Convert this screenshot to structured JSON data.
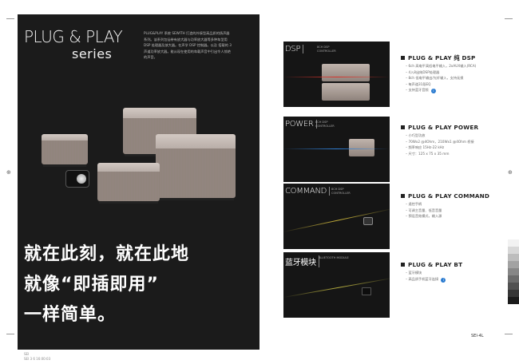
{
  "left": {
    "title": "PLUG & PLAY",
    "subtitle": "series",
    "intro": "PLUG&PLAY 系统 SEWITH 打造的外接型高品质的扬声器系列。该系列包括带有放大器与功率放大器等多种车型用 DSP 处理器及放大器。在声学 DSP 控制器。以及 搭载的 3 声道功率放大器。能从现在使用的车载声音中引出令人惊艳的声音。",
    "slogan": [
      "就在此刻，就在此地",
      "就像“即插即用”",
      "一样简单。"
    ],
    "footer_lines": [
      "SEI",
      "SEI  3  6    16:00:03"
    ]
  },
  "cards": [
    {
      "label": "DSP",
      "sub": "8CH DSP CONTROLLER",
      "accent": "#d9332b"
    },
    {
      "label": "POWER",
      "sub": "8CH DSP CONTROLLER",
      "accent": "#2f7fd6"
    },
    {
      "label": "COMMAND",
      "sub": "8CH DSP CONTROLLER",
      "accent": "#c8b23a"
    },
    {
      "label": "蓝牙模块",
      "sub": "BLUETOOTH MODULE",
      "accent": "#b8b040"
    }
  ],
  "specs": [
    {
      "title": "PLUG & PLAY 纯 DSP",
      "items": [
        "6ch 高电平高低电平输入，2xAUX输入(RCA)",
        "4入8出纯DSP处理器",
        "8ch 低电平输出/光纤输入，支持无损",
        "每声道31段EQ",
        "支持蓝牙音频"
      ]
    },
    {
      "title": "PLUG & PLAY POWER",
      "items": [
        "小巧型功放",
        "70Wx2 @4Ohm，210Wx1 @4Ohm 桥接",
        "频率响应 15Hz-22 kHz",
        "尺寸：125 x 75 x 35 mm"
      ]
    },
    {
      "title": "PLUG & PLAY COMMAND",
      "items": [
        "遥控手柄",
        "可调主音量、低音音量",
        "预设音效模式，输入源"
      ]
    },
    {
      "title": "PLUG & PLAY BT",
      "items": [
        "蓝牙模块",
        "高品质手机蓝牙连接"
      ]
    }
  ],
  "page_number": "SEI-4L",
  "icons": {
    "info": "info-circle-icon"
  },
  "colors": {
    "panel": "#1b1b1b",
    "info": "#2a7bd0"
  }
}
